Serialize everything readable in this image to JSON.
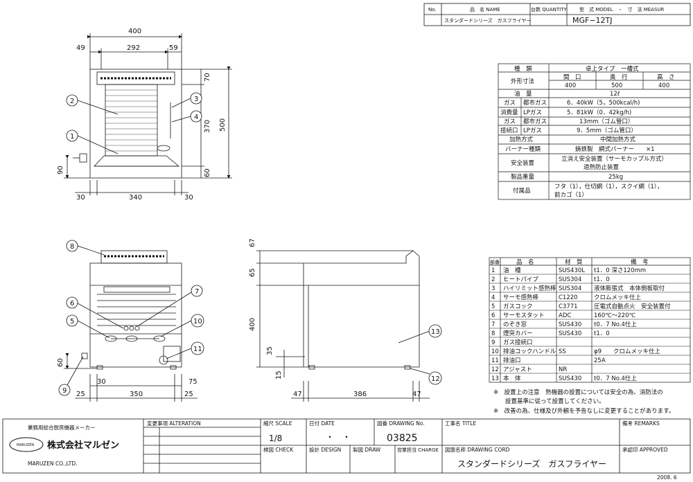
{
  "header": {
    "col_no": "No.",
    "col_name": "品　名 NAME",
    "col_qty": "台数 QUANTITY",
    "col_model": "型　式 MODEL　・　寸　法 MEASUR",
    "product_name": "スタンダードシリーズ　ガスフライヤー",
    "model": "MGF−12TJ"
  },
  "top_view_dims": {
    "w400": "400",
    "w49": "49",
    "w292": "292",
    "w59": "59",
    "h70": "70",
    "h370": "370",
    "h500": "500",
    "h60": "60",
    "h90": "90",
    "b30a": "30",
    "b340": "340",
    "b30b": "30"
  },
  "front_view_dims": {
    "d30": "30",
    "d75": "75",
    "d25a": "25",
    "d350": "350",
    "d25b": "25",
    "h60": "60"
  },
  "side_view_dims": {
    "h67": "67",
    "h65": "65",
    "h400": "400",
    "h35": "35",
    "h15": "15",
    "w47a": "47",
    "w386": "386",
    "w47b": "47"
  },
  "balloons": [
    "1",
    "2",
    "3",
    "4",
    "8",
    "7",
    "6",
    "10",
    "5",
    "11",
    "9",
    "12",
    "13"
  ],
  "spec": {
    "rows": [
      {
        "label": "種　類",
        "value": "卓上タイプ　一槽式"
      },
      {
        "label": "外形寸法",
        "sub": [
          "間　口",
          "奥　行",
          "高　さ"
        ],
        "vals": [
          "400",
          "500",
          "400"
        ]
      },
      {
        "label": "油　量",
        "value": "12ℓ"
      },
      {
        "label": "ガス",
        "label2": "都市ガス",
        "value": "6．40kW（5，500kcal/h)"
      },
      {
        "label": "消費量",
        "label2": "LPガス",
        "value": "5．81kW（0．42kg/h)"
      },
      {
        "label": "ガス",
        "label2": "都市ガス",
        "value": "13mm（ゴム管口）"
      },
      {
        "label": "接続口",
        "label2": "LPガス",
        "value": "9．5mm（ゴム管口）"
      },
      {
        "label": "加熱方式",
        "value": "中間加熱方式"
      },
      {
        "label": "バーナー種類",
        "value": "鋳鉄製　網式バーナー　　×1"
      },
      {
        "label": "安全装置",
        "value": "立消え安全装置（サーモカップル方式）",
        "value2": "過熱防止装置"
      },
      {
        "label": "製品重量",
        "value": "25kg"
      },
      {
        "label": "付属品",
        "value": "フタ（1），仕切網（1），スクイ網（1），",
        "value2": "前カゴ（1）"
      }
    ]
  },
  "parts": {
    "headers": [
      "部番",
      "品　名",
      "材　質",
      "備　考"
    ],
    "rows": [
      [
        "1",
        "油　槽",
        "SUS430L",
        "t1．0 深さ120mm"
      ],
      [
        "2",
        "ヒートパイプ",
        "SUS304",
        "t1．0"
      ],
      [
        "3",
        "ハイリミット感熱棒",
        "SUS304",
        "液体膨張式　本体側板取付"
      ],
      [
        "4",
        "サーモ感熱棒",
        "C1220",
        "クロムメッキ仕上"
      ],
      [
        "5",
        "ガスコック",
        "C3771",
        "圧電式自動点火　安全装置付"
      ],
      [
        "6",
        "サーモスタット",
        "ADC",
        "160℃〜220℃"
      ],
      [
        "7",
        "のぞき窓",
        "SUS430",
        "t0．7 No.4仕上"
      ],
      [
        "8",
        "煙突カバー",
        "SUS430",
        "t1．0"
      ],
      [
        "9",
        "ガス接続口",
        "",
        ""
      ],
      [
        "10",
        "排油コックハンドル",
        "SS",
        "φ9　　クロムメッキ仕上"
      ],
      [
        "11",
        "排油口",
        "",
        "25A"
      ],
      [
        "12",
        "アジャスト",
        "NR",
        ""
      ],
      [
        "13",
        "本　体",
        "SUS430",
        "t0．7 No.4仕上"
      ]
    ]
  },
  "notes": [
    "※　設置上の注意　熱機器の設置については安全の為、消防法の",
    "　　設置基準に従って設置してください。",
    "※　改善の為、仕様及び外観を予告なしに変更することがあります。"
  ],
  "title_block": {
    "company_top": "業務用総合厨房機器メーカー",
    "company_name": "株式会社マルゼン",
    "logo_text": "MARUZEN",
    "company_en": "MARUZEN CO.,LTD.",
    "alteration": "変更事項 ALTERATION",
    "scale_label": "縮尺 SCALE",
    "scale_value": "1/8",
    "date_label": "日付 DATE",
    "date_value": "・　・",
    "drawing_no_label": "図番 DRAWING No.",
    "drawing_no": "03825",
    "job_title_label": "工事名 TITLE",
    "remarks_label": "備考 REMARKS",
    "check_label": "検図 CHECK",
    "design_label": "設計 DESIGN",
    "draw_label": "製図 DRAW",
    "charge_label": "営業担当 CHARGE",
    "cord_label": "図面名称 DRAWING CORD",
    "cord_value": "スタンダードシリーズ　ガスフライヤー",
    "approved_label": "承認印 APPROVED",
    "issue_date": "2008. 6"
  }
}
